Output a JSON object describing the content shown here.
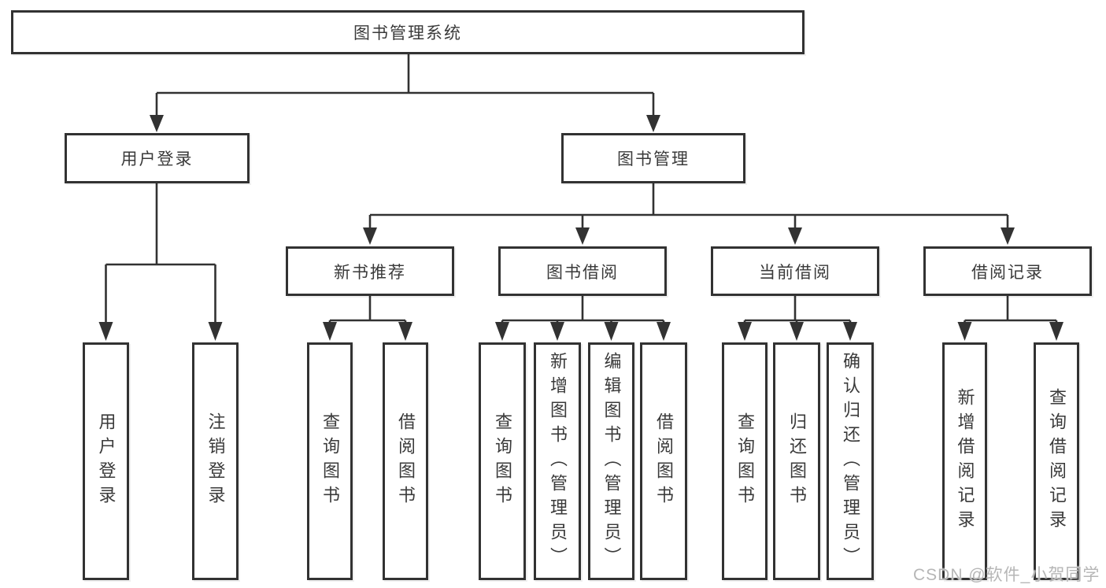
{
  "nodes": {
    "root": "图书管理系统",
    "user_login": "用户登录",
    "book_mgmt": "图书管理",
    "new_book_rec": "新书推荐",
    "book_borrow": "图书借阅",
    "current_borrow": "当前借阅",
    "borrow_records": "借阅记录"
  },
  "leaves": {
    "user_login": [
      "用户登录",
      "注销登录"
    ],
    "new_book_rec": [
      "查询图书",
      "借阅图书"
    ],
    "book_borrow": [
      "查询图书",
      "新增图书（管理员）",
      "编辑图书（管理员）",
      "借阅图书"
    ],
    "current_borrow": [
      "查询图书",
      "归还图书",
      "确认归还（管理员）"
    ],
    "borrow_records": [
      "新增借阅记录",
      "查询借阅记录"
    ]
  },
  "watermark": {
    "text": "CSDN @软件_小贺同学"
  },
  "colors": {
    "line": "#323232",
    "text": "#3a3a3a",
    "watermark": "#b6b6b6",
    "bg": "#ffffff"
  }
}
